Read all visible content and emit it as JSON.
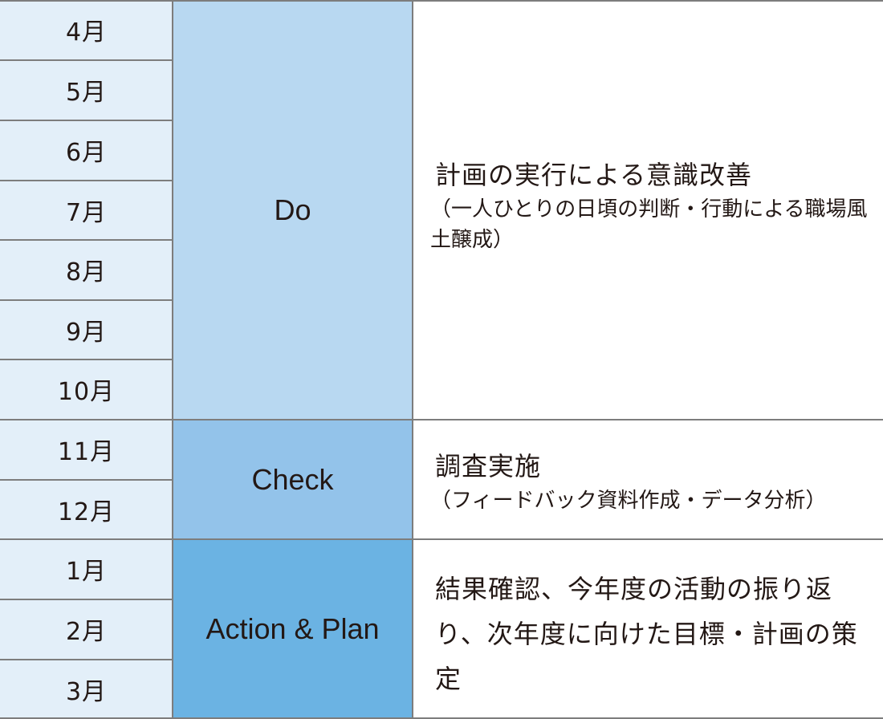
{
  "months": [
    "4月",
    "5月",
    "6月",
    "7月",
    "8月",
    "9月",
    "10月",
    "11月",
    "12月",
    "1月",
    "2月",
    "3月"
  ],
  "phases": {
    "do": {
      "label": "Do",
      "title": "計画の実行による意識改善",
      "subtitle": "（一人ひとりの日頃の判断・行動による職場風土醸成）"
    },
    "check": {
      "label": "Check",
      "title": "調査実施",
      "subtitle": "（フィードバック資料作成・データ分析）"
    },
    "action": {
      "label": "Action & Plan",
      "body": "結果確認、今年度の活動の振り返り、次年度に向けた目標・計画の策定"
    }
  },
  "colors": {
    "month_bg": "#e3eff9",
    "do_bg": "#b8d8f1",
    "check_bg": "#93c3ea",
    "action_bg": "#6bb3e3",
    "rule": "#7d7d7d"
  }
}
